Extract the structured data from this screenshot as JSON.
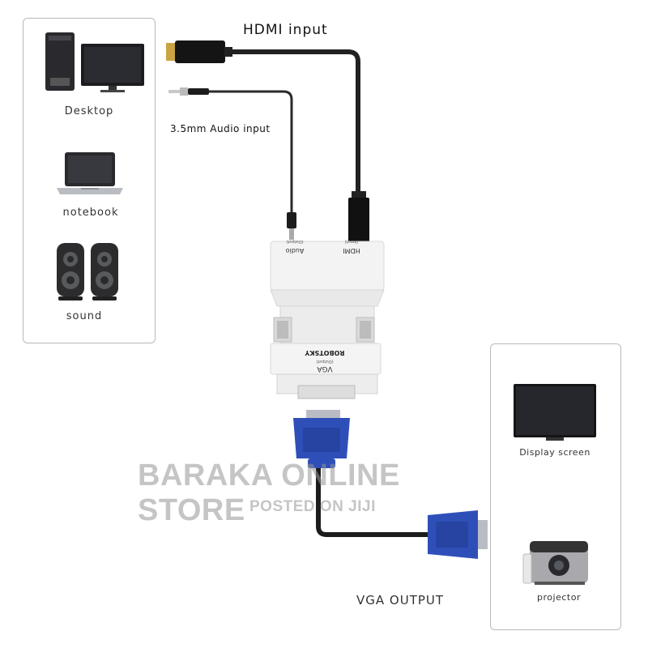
{
  "inputs_panel": {
    "desktop_label": "Desktop",
    "notebook_label": "notebook",
    "sound_label": "sound"
  },
  "cables": {
    "hdmi_label": "HDMI input",
    "audio_label": "3.5mm Audio input"
  },
  "adapter": {
    "audio_port_label": "Audio",
    "audio_port_sub": "(Output)",
    "hdmi_port_label": "HDMI",
    "hdmi_port_sub": "(Input)",
    "brand": "ROBOTSKY",
    "vga_label": "VGA",
    "vga_sub": "(Output)"
  },
  "outputs_panel": {
    "display_label": "Display screen",
    "projector_label": "projector"
  },
  "vga_output_label": "VGA OUTPUT",
  "watermark": {
    "line1": "BARAKA ONLINE STORE",
    "line2": "POSTED ON JIJI"
  },
  "colors": {
    "vga_blue": "#2f4fb8",
    "panel_border": "#b9b9b9",
    "adapter_white": "#f1f1f1"
  }
}
